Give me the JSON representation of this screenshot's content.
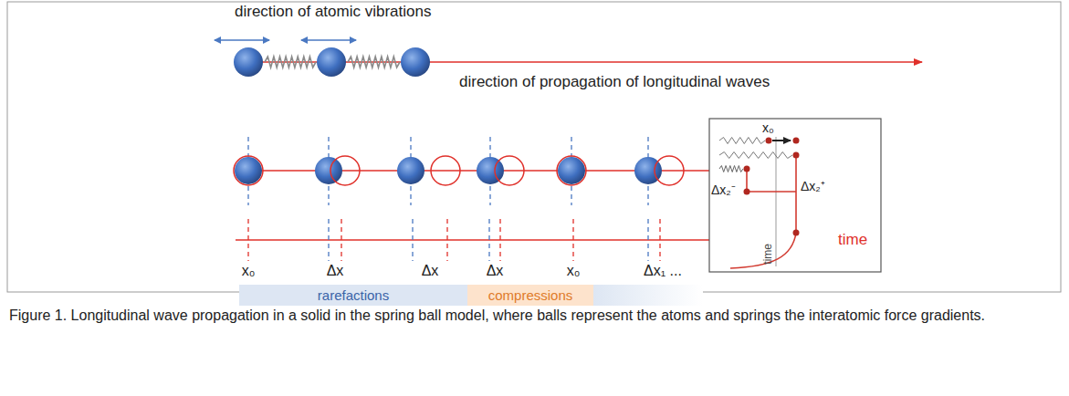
{
  "diagram": {
    "caption": "Figure 1. Longitudinal wave propagation in a solid in the spring ball model, where balls represent the atoms and springs the interatomic force gradients.",
    "nodes": [
      {
        "text": [
          "x₀",
          "Δx₂⁻",
          "Δx₂⁺",
          "time"
        ]
      },
      {
        "text": [
          "rarefactions"
        ]
      },
      {
        "text": [
          "compressions"
        ]
      }
    ],
    "labels": [
      "direction of atomic vibrations",
      "direction of propagation of longitudinal waves",
      "time",
      "x₀",
      "Δx",
      "Δx",
      "Δx",
      "x₀",
      "Δx₁ ..."
    ]
  }
}
